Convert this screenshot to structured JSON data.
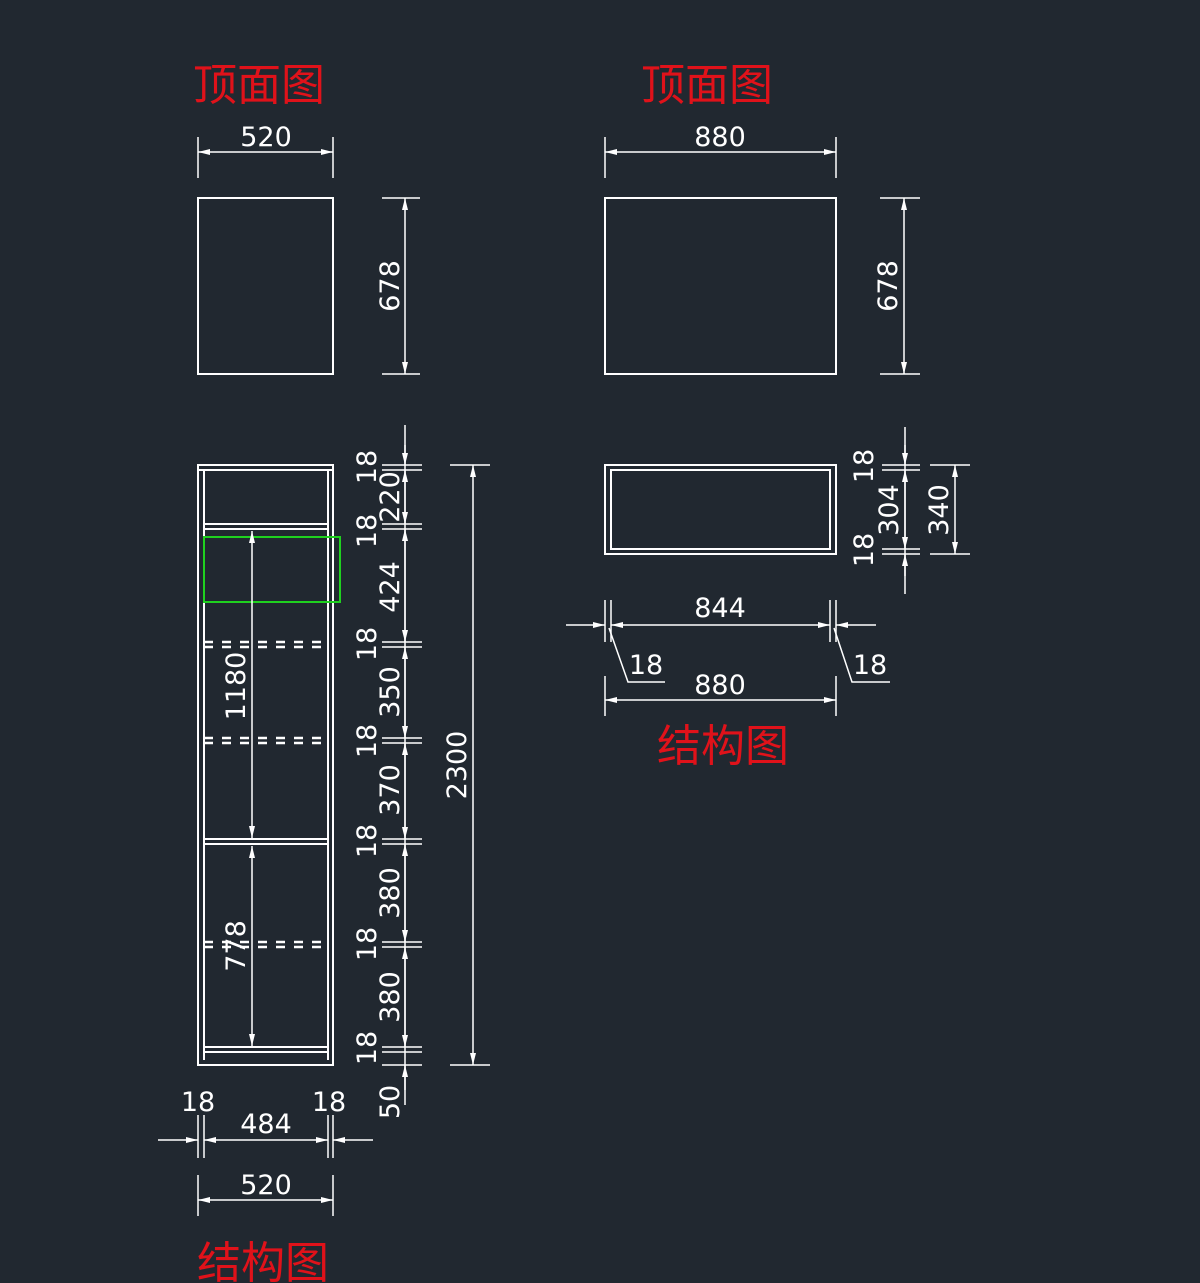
{
  "titles": {
    "left_top": "顶面图",
    "right_top": "顶面图",
    "left_bottom": "结构图",
    "right_bottom": "结构图"
  },
  "left_top_view": {
    "width": "520",
    "depth": "678"
  },
  "right_top_view": {
    "width": "880",
    "depth": "678"
  },
  "left_structure": {
    "vertical_dims": [
      "18",
      "220",
      "18",
      "424",
      "18",
      "350",
      "18",
      "370",
      "18",
      "380",
      "18",
      "380",
      "18",
      "50"
    ],
    "total_height": "2300",
    "inner_upper": "1180",
    "inner_lower": "778",
    "bottom_side_left": "18",
    "bottom_side_right": "18",
    "bottom_inner": "484",
    "bottom_total": "520"
  },
  "right_structure": {
    "top_board": "18",
    "inner": "304",
    "bottom_board": "18",
    "total_height": "340",
    "inner_width": "844",
    "side_left": "18",
    "side_right": "18",
    "total_width": "880"
  },
  "colors": {
    "background": "#212830",
    "lines": "#ffffff",
    "title": "#e0121a",
    "selection": "#1fd11f"
  }
}
